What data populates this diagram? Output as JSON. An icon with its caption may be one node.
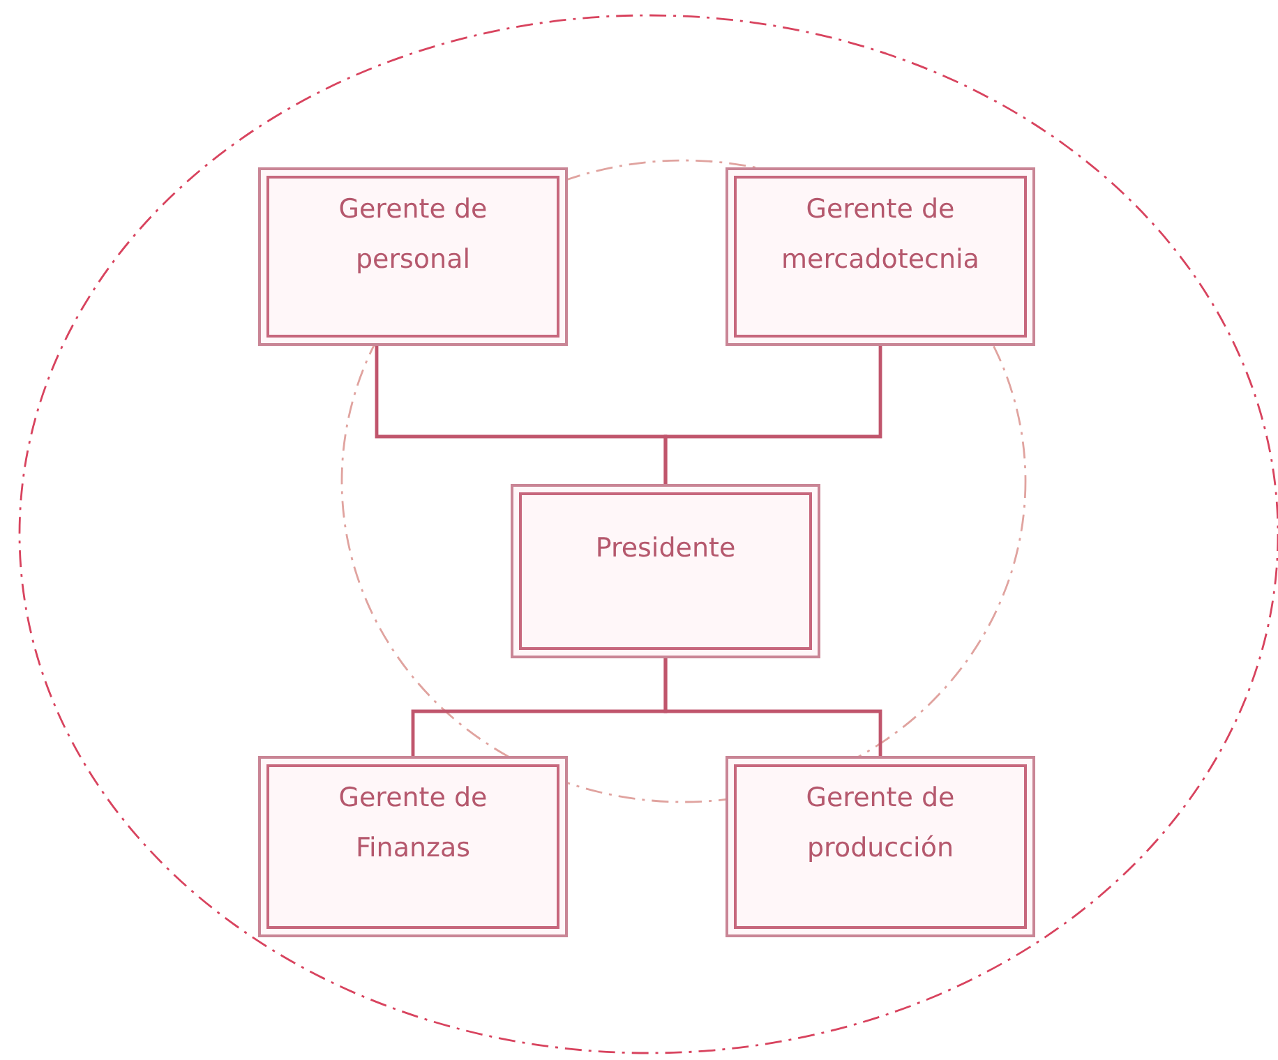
{
  "diagram": {
    "nodes": [
      {
        "text": [
          "Gerente de personal"
        ]
      },
      {
        "text": [
          "Gerente de mercadotecnia"
        ]
      },
      {
        "text": [
          "Presidente"
        ]
      },
      {
        "text": [
          "Gerente de Finanzas"
        ]
      },
      {
        "text": [
          "Gerente de producción"
        ]
      }
    ],
    "edges": [
      {
        "from": 0,
        "to": 2,
        "arrow": "none"
      },
      {
        "from": 1,
        "to": 2,
        "arrow": "none"
      },
      {
        "from": 2,
        "to": 3,
        "arrow": "none"
      },
      {
        "from": 2,
        "to": 4,
        "arrow": "none"
      }
    ]
  }
}
